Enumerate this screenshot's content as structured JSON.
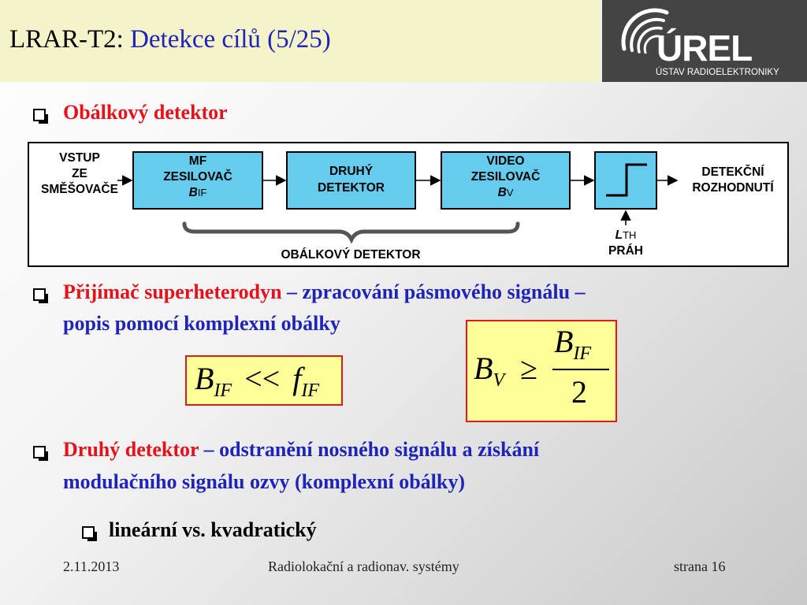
{
  "header": {
    "title_prefix": "LRAR-T2:",
    "title_sub": "Detekce cílů (5/25)",
    "logo_text": "ÚREL",
    "logo_subtitle": "ÚSTAV RADIOELEKTRONIKY"
  },
  "bullets": {
    "b1": "Obálkový detektor",
    "b2_red": "Přijímač superheterodyn",
    "b2_blue1": "– zpracování pásmového signálu –",
    "b2_blue2": "popis pomocí komplexní obálky",
    "b3_red": "Druhý detektor",
    "b3_blue1": "– odstranění nosného signálu a získání",
    "b3_blue2": "modulačního signálu ozvy (komplexní obálky)",
    "b4": "lineární vs. kvadratický"
  },
  "diagram": {
    "input": [
      "VSTUP",
      "ZE",
      "SMĚŠOVAČE"
    ],
    "block_mf": [
      "MF",
      "ZESILOVAČ"
    ],
    "block_mf_sym": "B",
    "block_mf_sub": "IF",
    "block_det": [
      "DRUHÝ",
      "DETEKTOR"
    ],
    "block_video": [
      "VIDEO",
      "ZESILOVAČ"
    ],
    "block_video_sym": "B",
    "block_video_sub": "V",
    "output": [
      "DETEKČNÍ",
      "ROZHODNUTÍ"
    ],
    "threshold_sym": "L",
    "threshold_sub": "TH",
    "threshold_label": "PRÁH",
    "brace_label": "OBÁLKOVÝ DETEKTOR",
    "colors": {
      "block_fill": "#66ccee",
      "border": "#000000"
    }
  },
  "formulas": {
    "f1": {
      "lhs": "B",
      "lhs_sub": "IF",
      "op": "<<",
      "rhs": "f",
      "rhs_sub": "IF"
    },
    "f2": {
      "lhs": "B",
      "lhs_sub": "V",
      "op": "≥",
      "num": "B",
      "num_sub": "IF",
      "den": "2"
    }
  },
  "footer": {
    "date": "2.11.2013",
    "course": "Radiolokační a radionav. systémy",
    "page": "strana 16"
  }
}
